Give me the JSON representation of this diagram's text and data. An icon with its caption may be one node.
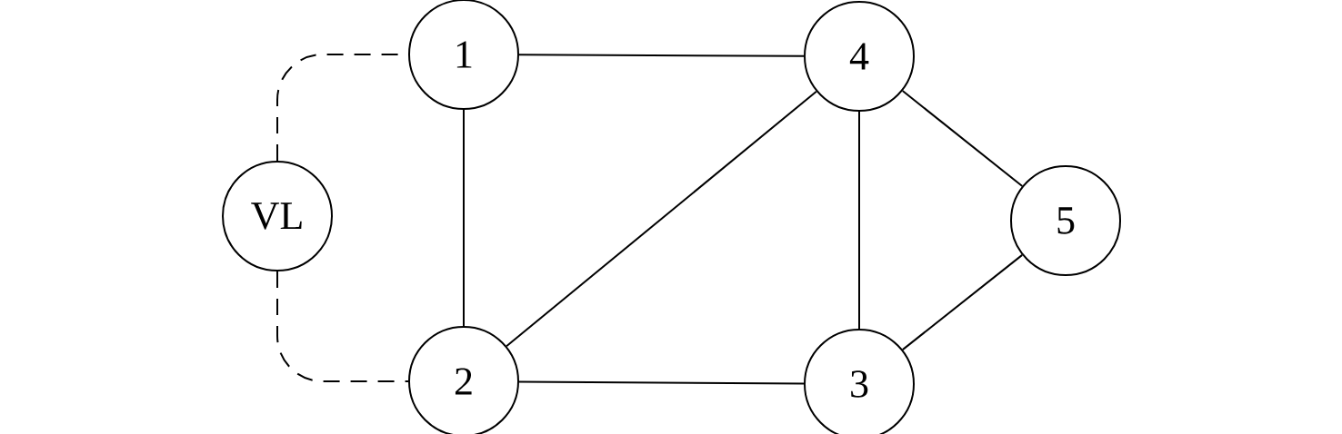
{
  "diagram": {
    "nodes": [
      {
        "text": [
          "1"
        ]
      },
      {
        "text": [
          "4"
        ]
      },
      {
        "text": [
          "VL"
        ]
      },
      {
        "text": [
          "5"
        ]
      },
      {
        "text": [
          "2"
        ]
      },
      {
        "text": [
          "3"
        ]
      }
    ],
    "edges": [
      {
        "from": 0,
        "to": 1,
        "arrow": "none"
      },
      {
        "from": 0,
        "to": 4,
        "arrow": "none"
      },
      {
        "from": 4,
        "to": 1,
        "arrow": "none"
      },
      {
        "from": 1,
        "to": 5,
        "arrow": "none"
      },
      {
        "from": 1,
        "to": 3,
        "arrow": "none"
      },
      {
        "from": 4,
        "to": 5,
        "arrow": "none"
      },
      {
        "from": 5,
        "to": 3,
        "arrow": "none"
      },
      {
        "from": 2,
        "to": 0,
        "arrow": "none",
        "style": "dashed"
      },
      {
        "from": 2,
        "to": 4,
        "arrow": "none",
        "style": "dashed"
      }
    ]
  }
}
